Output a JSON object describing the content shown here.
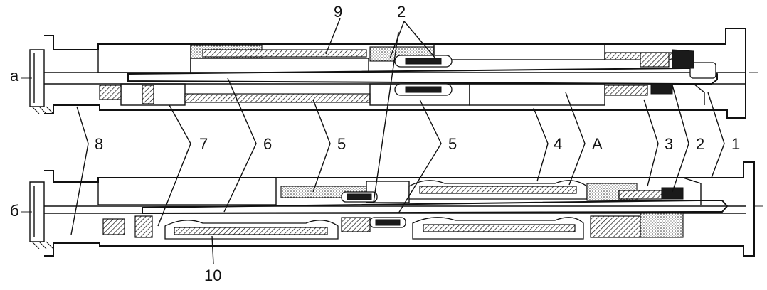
{
  "views": [
    {
      "id": "a",
      "label": "а"
    },
    {
      "id": "b",
      "label": "б"
    }
  ],
  "callouts": {
    "upper_top": [
      "9",
      "2"
    ],
    "middle_row": [
      "8",
      "7",
      "6",
      "5",
      "5",
      "4",
      "A",
      "3",
      "2",
      "1"
    ],
    "bottom": [
      "10"
    ]
  }
}
